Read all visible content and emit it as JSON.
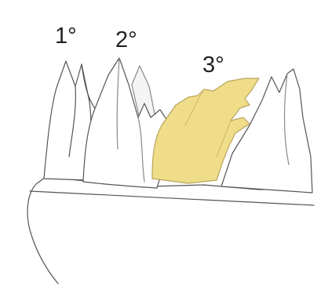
{
  "labels": {
    "first": "1°",
    "second": "2°",
    "third": "3°"
  },
  "colors": {
    "highlight_fill": "#f0dd8a",
    "outline": "#555555",
    "background": "#ffffff"
  }
}
